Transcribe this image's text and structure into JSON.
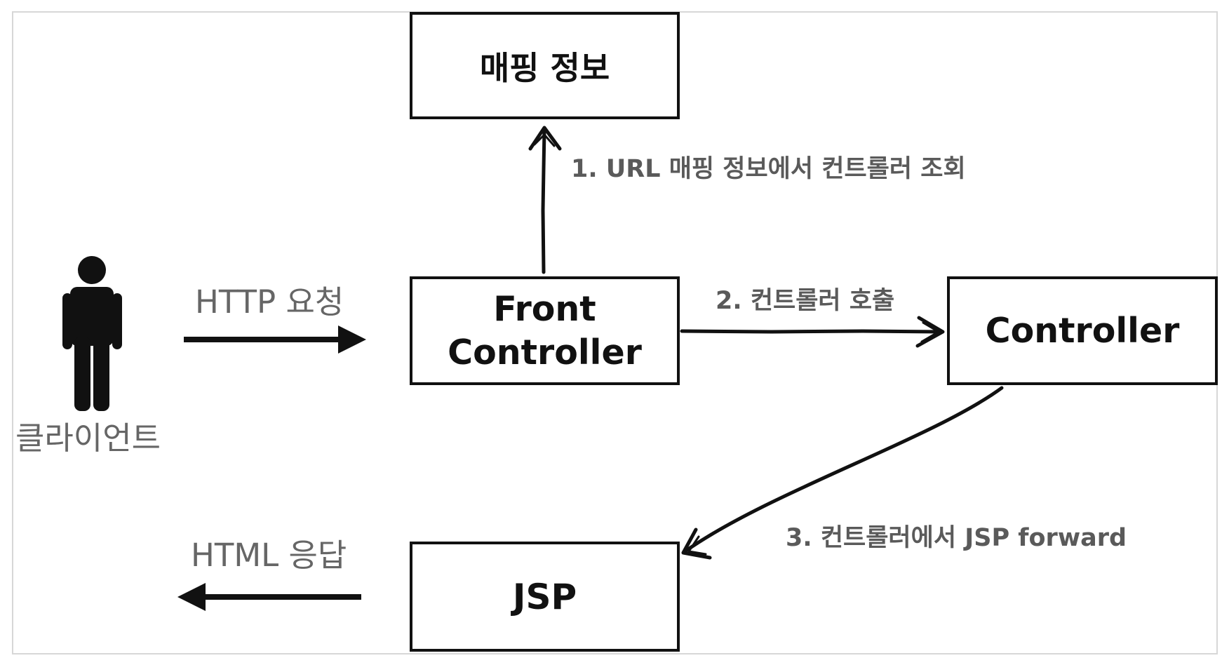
{
  "boxes": {
    "mapping": "매핑 정보",
    "front_line1": "Front",
    "front_line2": "Controller",
    "controller": "Controller",
    "jsp": "JSP"
  },
  "labels": {
    "client": "클라이언트",
    "http_request": "HTTP 요청",
    "html_response": "HTML 응답",
    "step1": "1. URL 매핑 정보에서 컨트롤러 조회",
    "step2": "2. 컨트롤러 호출",
    "step3": "3. 컨트롤러에서 JSP forward"
  },
  "colors": {
    "stroke": "#111111",
    "label": "#5a5a5a",
    "frame": "#d7d7d7"
  }
}
